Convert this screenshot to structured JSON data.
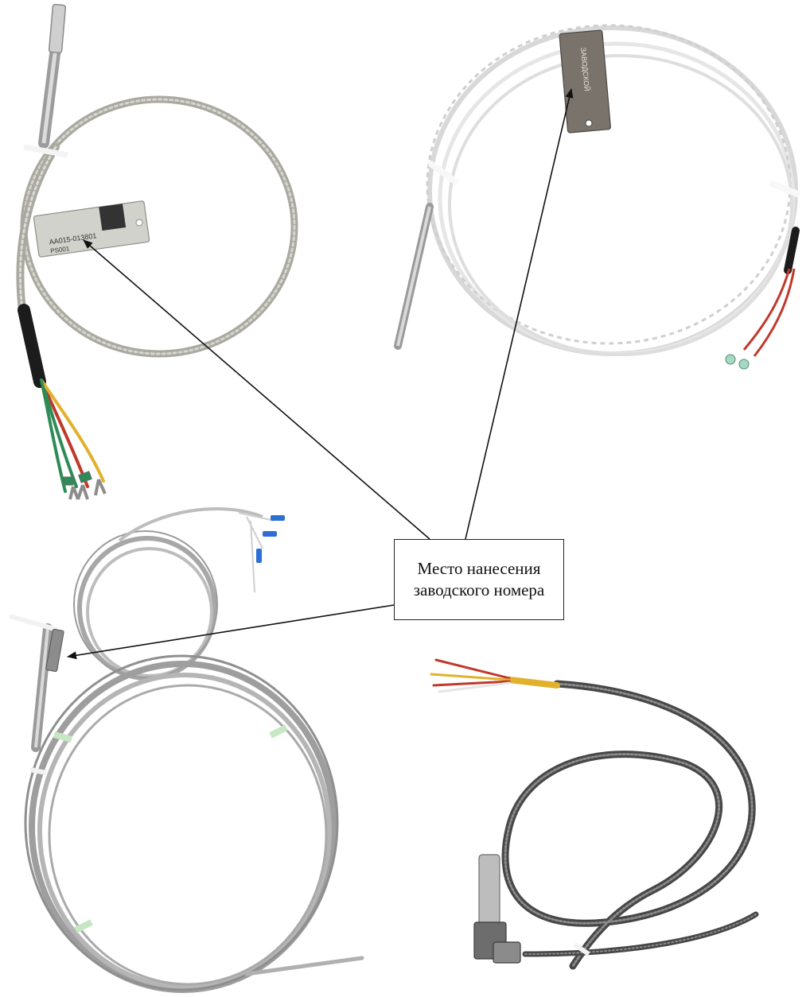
{
  "callout": {
    "text": "Место нанесения заводского номера"
  },
  "sensors": [
    {
      "name": "braided-sensor",
      "tag_text": [
        "AA015-013801",
        "PS001"
      ]
    },
    {
      "name": "white-wire-sensor",
      "tag_text": [
        "ЗАВОДСКОЙ"
      ]
    },
    {
      "name": "grey-coiled-sensor"
    },
    {
      "name": "armored-sensor"
    }
  ],
  "colors": {
    "line": "#111111",
    "braid": "#bcbcb4",
    "white_wire": "#e6e6e6",
    "grey_wire": "#9e9e9e",
    "armor": "#4a4a4a",
    "metal": "#c8c8c8",
    "red": "#c0392b",
    "green": "#2e8b57",
    "yellow": "#e1b12c",
    "blue": "#2e6fd4"
  }
}
